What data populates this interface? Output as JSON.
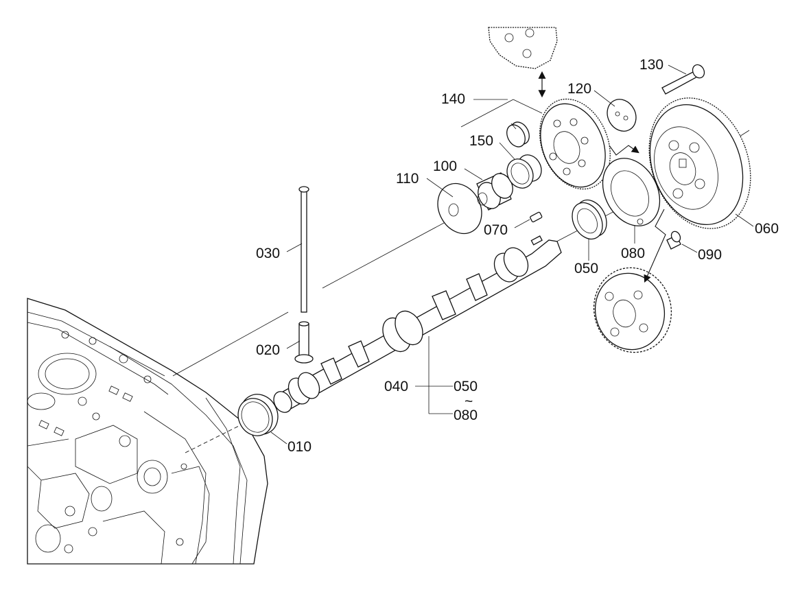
{
  "labels": {
    "p010": "010",
    "p020": "020",
    "p030": "030",
    "p040": "040",
    "p050a": "050",
    "p050b": "050",
    "p060": "060",
    "p070": "070",
    "p080a": "080",
    "p080b": "080",
    "p090": "090",
    "p100": "100",
    "p110": "110",
    "p120": "120",
    "p130": "130",
    "p140": "140",
    "p150": "150",
    "tilde": "~"
  }
}
